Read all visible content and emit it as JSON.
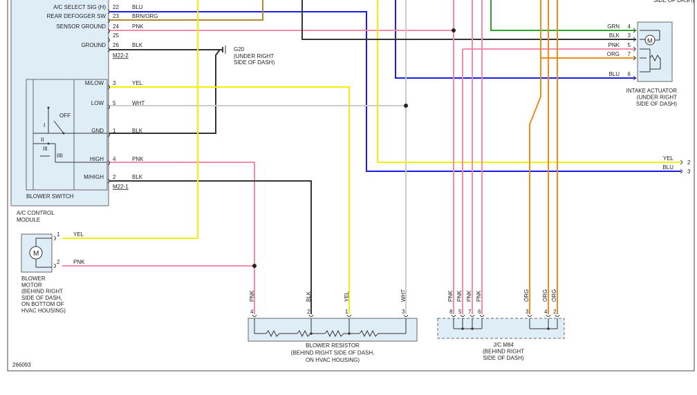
{
  "colors": {
    "blu": "#1a1ae6",
    "yel": "#f2f200",
    "pnk": "#f48aa8",
    "wht": "#cccccc",
    "blk": "#333333",
    "grn": "#2aa52a",
    "org": "#f08a1a",
    "brn_org": "#b8862a",
    "box_fill": "#dfeef6"
  },
  "module": {
    "pins_top": [
      {
        "sig": "A/C SELECT SIG (H)",
        "pin": "22",
        "wire": "BLU"
      },
      {
        "sig": "REAR DEFOGGER SW",
        "pin": "23",
        "wire": "BRN/ORG"
      },
      {
        "sig": "SENSOR GROUND",
        "pin": "24",
        "wire": "PNK"
      },
      {
        "sig": "",
        "pin": "25",
        "wire": ""
      },
      {
        "sig": "GROUND",
        "pin": "26",
        "wire": "BLK"
      }
    ],
    "connector_a": "M22-2",
    "connector_b": "M22-1",
    "name": "A/C CONTROL\nMODULE"
  },
  "ground": {
    "id": "G20",
    "loc": "(UNDER RIGHT\nSIDE OF DASH)"
  },
  "blower_switch": {
    "title": "BLOWER SWITCH",
    "positions": [
      "OFF",
      "I",
      "II",
      "III",
      "IIII"
    ],
    "pins": [
      {
        "sig": "M/LOW",
        "pin": "3",
        "wire": "YEL"
      },
      {
        "sig": "LOW",
        "pin": "5",
        "wire": "WHT"
      },
      {
        "sig": "GND",
        "pin": "1",
        "wire": "BLK"
      },
      {
        "sig": "HIGH",
        "pin": "4",
        "wire": "PNK"
      },
      {
        "sig": "M/HIGH",
        "pin": "2",
        "wire": "BLK"
      }
    ]
  },
  "blower_motor": {
    "symbol": "M",
    "pins": [
      {
        "pin": "1",
        "wire": "YEL"
      },
      {
        "pin": "2",
        "wire": "PNK"
      }
    ],
    "label": "BLOWER\nMOTOR\n(BEHIND RIGHT\nSIDE OF DASH,\nON BOTTOM OF\nHVAC HOUSING)"
  },
  "blower_resistor": {
    "pins": [
      {
        "pin": "4",
        "wire": "PNK"
      },
      {
        "pin": "2",
        "wire": "BLK"
      },
      {
        "pin": "1",
        "wire": "YEL"
      },
      {
        "pin": "3",
        "wire": "WHT"
      }
    ],
    "label": "BLOWER RESISTOR\n(BEHIND RIGHT SIDE OF DASH,\nON HVAC HOUSING)"
  },
  "jc": {
    "pins": [
      {
        "pin": "8",
        "wire": "PNK"
      },
      {
        "pin": "5",
        "wire": "PNK"
      },
      {
        "pin": "7",
        "wire": "PNK"
      },
      {
        "pin": "6",
        "wire": "PNK"
      },
      {
        "pin": "3",
        "wire": "ORG"
      },
      {
        "pin": "4",
        "wire": "ORG"
      },
      {
        "pin": "2",
        "wire": "ORG"
      }
    ],
    "label": "J/C M84\n(BEHIND RIGHT\nSIDE OF DASH)"
  },
  "actuator": {
    "symbol": "M",
    "top_label": "SIDE OF DASH)",
    "pins": [
      {
        "pin": "4",
        "wire": "GRN"
      },
      {
        "pin": "3",
        "wire": "BLK"
      },
      {
        "pin": "5",
        "wire": "PNK"
      },
      {
        "pin": "7",
        "wire": "ORG"
      },
      {
        "pin": "6",
        "wire": "BLU"
      }
    ],
    "label": "INTAKE ACTUATOR\n(UNDER RIGHT\nSIDE OF DASH)"
  },
  "right_edge": [
    {
      "wire": "YEL",
      "pin": "2"
    },
    {
      "wire": "BLU",
      "pin": "3"
    }
  ],
  "diagram_id": "266093"
}
